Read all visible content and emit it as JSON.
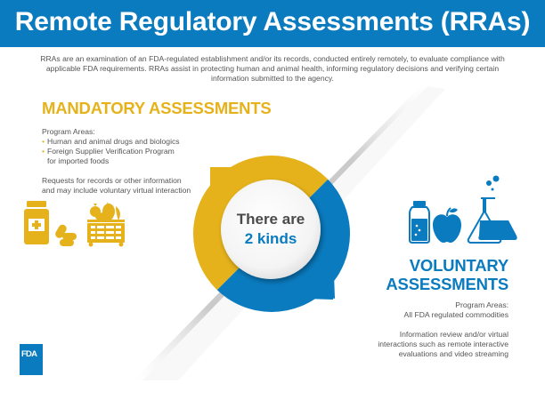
{
  "header": {
    "title": "Remote Regulatory Assessments (RRAs)"
  },
  "intro": {
    "text": "RRAs are an examination of an FDA-regulated establishment and/or its records, conducted entirely remotely, to evaluate compliance with applicable FDA requirements. RRAs assist in protecting human and animal health, informing regulatory decisions and verifying certain information submitted to the agency."
  },
  "mandatory": {
    "title": "MANDATORY ASSESSMENTS",
    "areas_label": "Program Areas:",
    "bullet": "•",
    "areas": [
      {
        "line1": "Human and animal drugs and biologics",
        "line2": ""
      },
      {
        "line1": "Foreign Supplier Verification Program",
        "line2": "for imported foods"
      }
    ],
    "description_line1": "Requests for records or other information",
    "description_line2": "and may include voluntary virtual interaction",
    "icons": [
      "medicine-bottle-icon",
      "pills-icon",
      "produce-crate-icon"
    ],
    "color": "#e5b21b"
  },
  "center": {
    "line1": "There are",
    "line2": "2 kinds"
  },
  "voluntary": {
    "title_line1": "VOLUNTARY",
    "title_line2": "ASSESSMENTS",
    "areas_label": "Program Areas:",
    "areas_value": "All FDA regulated commodities",
    "description_line1": "Information review and/or virtual",
    "description_line2": "interactions such as remote interactive",
    "description_line3": "evaluations and video streaming",
    "icons": [
      "vial-icon",
      "apple-icon",
      "flask-icon"
    ],
    "color": "#0a7bbf"
  },
  "logo": {
    "text": "FDA",
    "color": "#0a7bbf"
  }
}
